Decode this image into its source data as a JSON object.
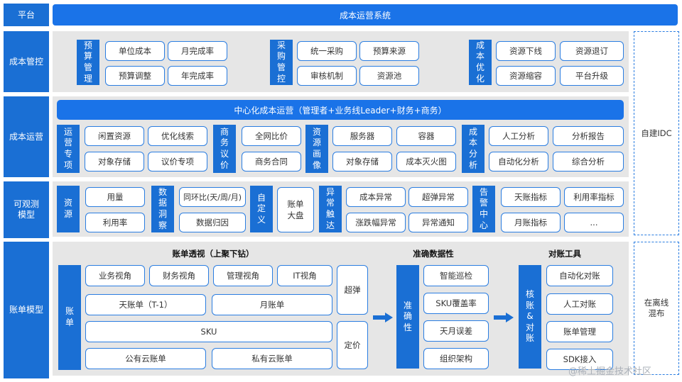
{
  "rows": {
    "platform": "平台",
    "cost_control": "成本管控",
    "cost_ops": "成本运营",
    "observability": "可观测\n模型",
    "billing_model": "账单模型"
  },
  "top_bar": "成本运营系统",
  "control": {
    "budget": {
      "label": "预算管理",
      "items": [
        "单位成本",
        "月完成率",
        "预算调整",
        "年完成率"
      ]
    },
    "procure": {
      "label": "采购管控",
      "items": [
        "统一采购",
        "预算来源",
        "审核机制",
        "资源池"
      ]
    },
    "optimize": {
      "label": "成本优化",
      "items": [
        "资源下线",
        "资源退订",
        "资源缩容",
        "平台升级"
      ]
    }
  },
  "ops": {
    "center_bar": "中心化成本运营（管理者+业务线Leader+财务+商务）",
    "special": {
      "label": "运营专项",
      "items": [
        "闲置资源",
        "优化线索",
        "对象存储",
        "议价专项"
      ]
    },
    "bargain": {
      "label": "商务议价",
      "items": [
        "全网比价",
        "商务合同"
      ]
    },
    "portrait": {
      "label": "资源画像",
      "items": [
        "服务器",
        "容器",
        "对象存储",
        "成本灭火图"
      ]
    },
    "analysis": {
      "label": "成本分析",
      "items": [
        "人工分析",
        "分析报告",
        "自动化分析",
        "综合分析"
      ]
    }
  },
  "observe": {
    "resource": {
      "label": "资源",
      "items": [
        "用量",
        "利用率"
      ]
    },
    "insight": {
      "label": "数据洞察",
      "items": [
        "同环比(天/周/月)",
        "数据归因"
      ]
    },
    "custom": {
      "label": "自定义",
      "items": [
        "账单\n大盘"
      ]
    },
    "anomaly": {
      "label": "异常触达",
      "items": [
        "成本异常",
        "超弹异常",
        "涨跌幅异常",
        "异常通知"
      ]
    },
    "alert": {
      "label": "告警中心",
      "items": [
        "天账指标",
        "利用率指标",
        "月账指标",
        "..."
      ]
    }
  },
  "billing": {
    "perspective_title": "账单透视（上聚下钻）",
    "bill_label": "账单",
    "views": [
      "业务视角",
      "财务视角",
      "管理视角",
      "IT视角"
    ],
    "daily": "天账单（T-1）",
    "monthly": "月账单",
    "sku": "SKU",
    "public": "公有云账单",
    "private": "私有云账单",
    "overflow": "超弹",
    "pricing": "定价",
    "accuracy_title": "准确数据性",
    "accuracy_label": "准确性",
    "accuracy_items": [
      "智能巡检",
      "SKU覆盖率",
      "天月误差",
      "组织架构"
    ],
    "recon_title": "对账工具",
    "recon_label": "核账&对账",
    "recon_items": [
      "自动化对账",
      "人工对账",
      "账单管理",
      "SDK接入"
    ]
  },
  "idc": "自建IDC",
  "offline": "在离线\n混布",
  "watermark": "@稀土掘金技术社区",
  "colors": {
    "primary": "#1a6fd4",
    "panel": "#e6e6e6",
    "border": "#2a7de1"
  }
}
